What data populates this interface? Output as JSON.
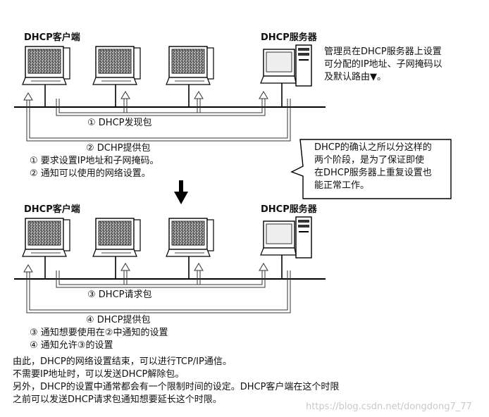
{
  "top": {
    "client_label": "DHCP客户端",
    "server_label": "DHCP服务器",
    "admin_note": [
      "管理员在DHCP服务器上设置",
      "可分配的IP地址、子网掩码以",
      "及默认路由▼。"
    ],
    "discover": "① DHCP发现包",
    "offer": "② DCHP提供包",
    "offer_notes": [
      "① 要求设置IP地址和子网掩码。",
      "② 通知可以使用的网络设置。"
    ]
  },
  "callout": [
    "DHCP的确认之所以分这样的",
    "两个阶段，是为了保证即使",
    "在DHCP服务器上重复设置也",
    "能正常工作。"
  ],
  "bottom": {
    "client_label": "DHCP客户端",
    "server_label": "DHCP服务器",
    "request": "③ DHCP请求包",
    "ack": "④ DHCP提供包",
    "ack_notes": [
      "③ 通知想要使用在②中通知的设置",
      "④ 通知允许③的设置"
    ]
  },
  "summary": [
    "由此，DHCP的网络设置结束，可以进行TCP/IP通信。",
    "不需要IP地址时，可以发送DHCP解除包。",
    "另外，DHCP的设置中通常都会有一个限制时间的设定。DHCP客户端在这个时限",
    "之前可以发送DHCP请求包通知想要延长这个时限。"
  ],
  "watermark": "https://blog.csdn.net/dongdong7_77"
}
